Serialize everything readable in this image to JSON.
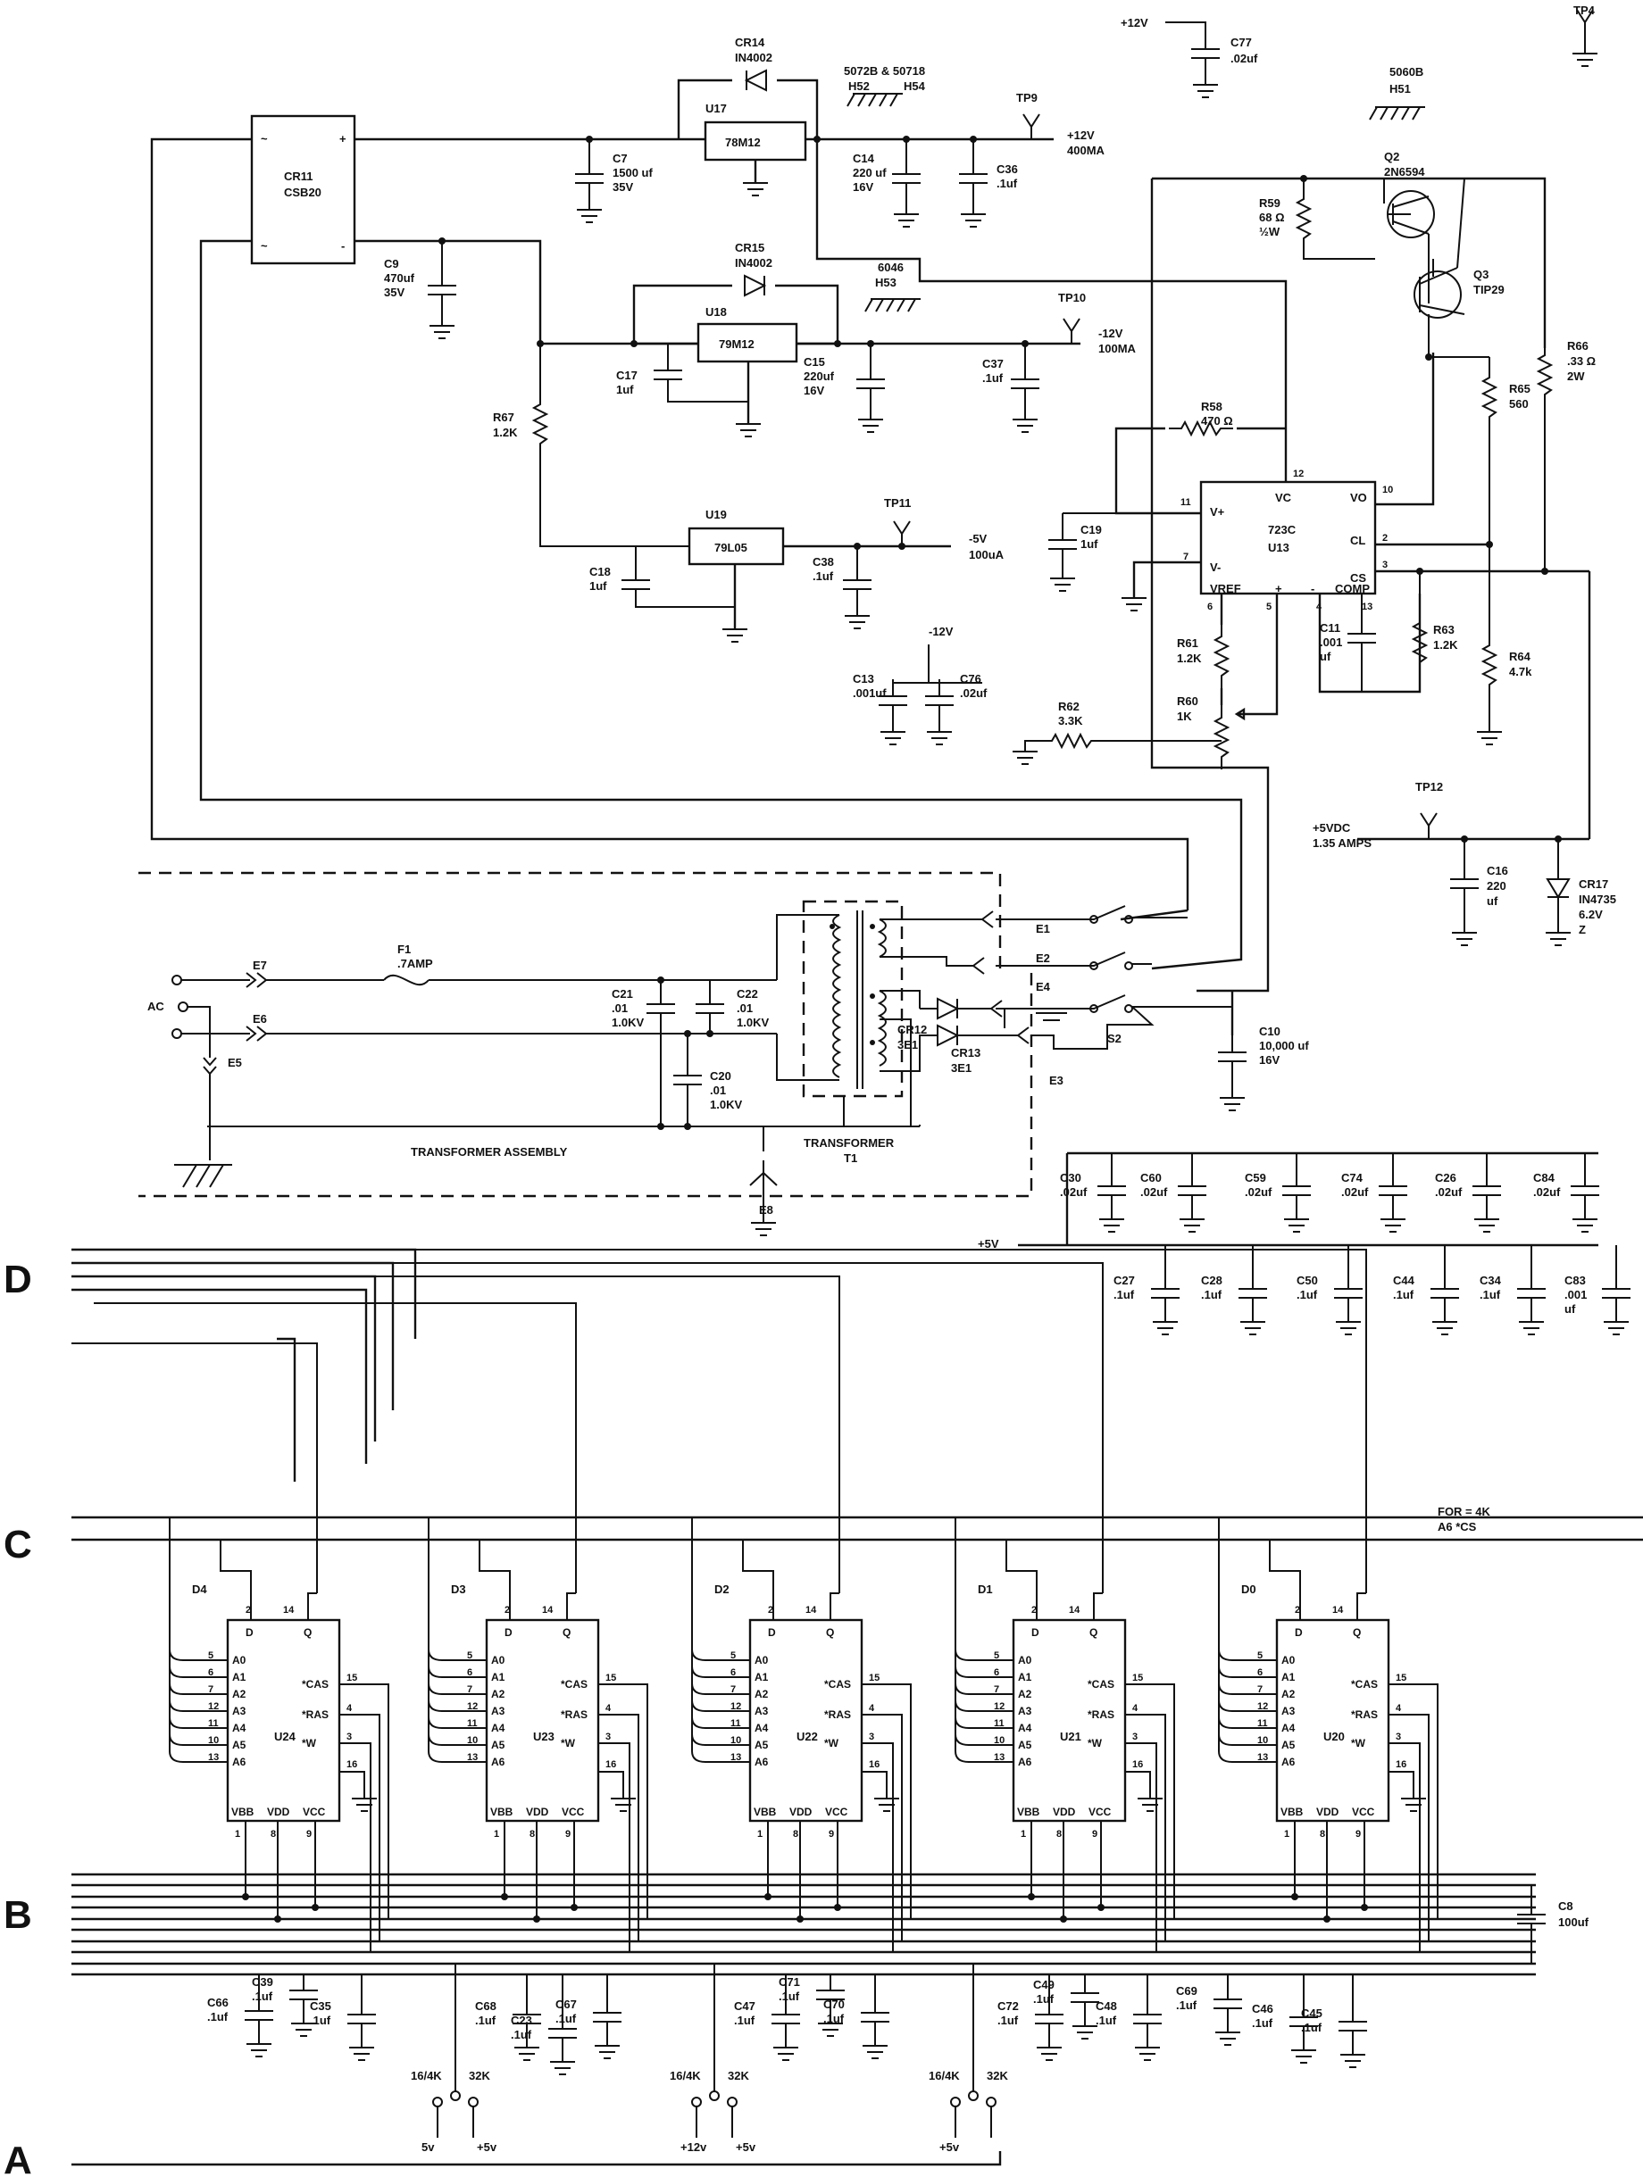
{
  "psu": {
    "bridge": {
      "ref": "CR11",
      "part": "CSB20",
      "ac1": "~",
      "ac2": "~",
      "pos": "+",
      "neg": "-"
    },
    "c7": {
      "ref": "C7",
      "value": "1500 uf",
      "voltage": "35V"
    },
    "c9": {
      "ref": "C9",
      "value": "470uf",
      "voltage": "35V"
    },
    "cr14": {
      "ref": "CR14",
      "part": "IN4002"
    },
    "cr15": {
      "ref": "CR15",
      "part": "IN4002"
    },
    "u17": {
      "ref": "U17",
      "part": "78M12"
    },
    "u18": {
      "ref": "U18",
      "part": "79M12"
    },
    "u19": {
      "ref": "U19",
      "part": "79L05"
    },
    "c14": {
      "ref": "C14",
      "value": "220 uf",
      "voltage": "16V"
    },
    "c36": {
      "ref": "C36",
      "value": ".1uf"
    },
    "c15": {
      "ref": "C15",
      "value": "220uf",
      "voltage": "16V"
    },
    "c37": {
      "ref": "C37",
      "value": ".1uf"
    },
    "c17": {
      "ref": "C17",
      "value": "1uf"
    },
    "c18": {
      "ref": "C18",
      "value": "1uf"
    },
    "c38": {
      "ref": "C38",
      "value": ".1uf"
    },
    "r67": {
      "ref": "R67",
      "value": "1.2K"
    },
    "tp9": {
      "ref": "TP9",
      "out": "+12V",
      "current": "400MA"
    },
    "tp10": {
      "ref": "TP10",
      "out": "-12V",
      "current": "100MA"
    },
    "tp11": {
      "ref": "TP11",
      "out": "-5V",
      "current": "100uA"
    },
    "hs1": {
      "line1": "5072B & 50718",
      "a": "H52",
      "b": "H54"
    },
    "hs2": {
      "line1": "6046",
      "a": "H53"
    },
    "hs3": {
      "line1": "5060B",
      "a": "H51"
    },
    "c77": {
      "ref": "C77",
      "value": ".02uf",
      "rail": "+12V"
    },
    "tp4": {
      "ref": "TP4"
    },
    "c13": {
      "ref": "C13",
      "value": ".001uf"
    },
    "c76": {
      "ref": "C76",
      "value": ".02uf"
    },
    "neg12": "-12V"
  },
  "reg5": {
    "q2": {
      "ref": "Q2",
      "part": "2N6594"
    },
    "q3": {
      "ref": "Q3",
      "part": "TIP29"
    },
    "r59": {
      "ref": "R59",
      "value": "68 Ω",
      "power": "½W"
    },
    "r66": {
      "ref": "R66",
      "value": ".33 Ω",
      "power": "2W"
    },
    "r65": {
      "ref": "R65",
      "value": "560"
    },
    "r58": {
      "ref": "R58",
      "value": "470 Ω"
    },
    "r61": {
      "ref": "R61",
      "value": "1.2K"
    },
    "r60": {
      "ref": "R60",
      "value": "1K"
    },
    "r62": {
      "ref": "R62",
      "value": "3.3K"
    },
    "r63": {
      "ref": "R63",
      "value": "1.2K"
    },
    "r64": {
      "ref": "R64",
      "value": "4.7k"
    },
    "c19": {
      "ref": "C19",
      "value": "1uf"
    },
    "c11": {
      "ref": "C11",
      "value": ".001",
      "unit": "uf"
    },
    "u13": {
      "ref": "U13",
      "part": "723C",
      "pins": {
        "vc": "VC",
        "vp": "V+",
        "vm": "V-",
        "vo": "VO",
        "cl": "CL",
        "cs": "CS",
        "comp": "COMP",
        "vref": "VREF",
        "plus": "+",
        "minus": "-"
      },
      "nums": {
        "p12": "12",
        "p11": "11",
        "p10": "10",
        "p2": "2",
        "p3": "3",
        "p7": "7",
        "p6": "6",
        "p5": "5",
        "p4": "4",
        "p13": "13"
      }
    },
    "tp12": {
      "ref": "TP12",
      "out": "+5VDC",
      "current": "1.35 AMPS"
    },
    "c16": {
      "ref": "C16",
      "value": "220",
      "unit": "uf"
    },
    "cr17": {
      "ref": "CR17",
      "part": "IN4735",
      "voltage": "6.2V",
      "mark": "Z"
    },
    "c10": {
      "ref": "C10",
      "value": "10,000 uf",
      "voltage": "16V"
    },
    "s2": "S2"
  },
  "xfmr": {
    "e7": "E7",
    "e6": "E6",
    "e5": "E5",
    "e8": "E8",
    "e1": "E1",
    "e2": "E2",
    "e3": "E3",
    "e4": "E4",
    "ac": "AC",
    "f1": {
      "ref": "F1",
      "value": ".7AMP"
    },
    "c21": {
      "ref": "C21",
      "value": ".01",
      "voltage": "1.0KV"
    },
    "c22": {
      "ref": "C22",
      "value": ".01",
      "voltage": "1.0KV"
    },
    "c20": {
      "ref": "C20",
      "value": ".01",
      "voltage": "1.0KV"
    },
    "cr12": {
      "ref": "CR12",
      "part": "3E1"
    },
    "cr13": {
      "ref": "CR13",
      "part": "3E1"
    },
    "assembly": "TRANSFORMER ASSEMBLY",
    "t1": {
      "line1": "TRANSFORMER",
      "line2": "T1"
    }
  },
  "decoupling": {
    "rail": "+5V",
    "top": [
      {
        "ref": "C30",
        "value": ".02uf"
      },
      {
        "ref": "C60",
        "value": ".02uf"
      },
      {
        "ref": "C59",
        "value": ".02uf"
      },
      {
        "ref": "C74",
        "value": ".02uf"
      },
      {
        "ref": "C26",
        "value": ".02uf"
      },
      {
        "ref": "C84",
        "value": ".02uf"
      }
    ],
    "bottom": [
      {
        "ref": "C27",
        "value": ".1uf"
      },
      {
        "ref": "C28",
        "value": ".1uf"
      },
      {
        "ref": "C50",
        "value": ".1uf"
      },
      {
        "ref": "C44",
        "value": ".1uf"
      },
      {
        "ref": "C34",
        "value": ".1uf"
      },
      {
        "ref": "C83",
        "value": ".001",
        "unit": "uf"
      }
    ]
  },
  "ram": {
    "bus_letters": {
      "a": "A",
      "b": "B",
      "c": "C",
      "d": "D"
    },
    "note": {
      "line1": "FOR = 4K",
      "line2": "A6    *CS"
    },
    "pin_names": {
      "d": "D",
      "q": "Q",
      "a0": "A0",
      "a1": "A1",
      "a2": "A2",
      "a3": "A3",
      "a4": "A4",
      "a5": "A5",
      "a6": "A6",
      "cas": "*CAS",
      "ras": "*RAS",
      "w": "*W",
      "vbb": "VBB",
      "vdd": "VDD",
      "vcc": "VCC"
    },
    "pin_nums": {
      "d": "2",
      "q": "14",
      "a0": "5",
      "a1": "6",
      "a2": "7",
      "a3": "12",
      "a4": "11",
      "a5": "10",
      "a6": "13",
      "cas": "15",
      "ras": "4",
      "w": "3",
      "nc": "16",
      "vbb": "1",
      "vdd": "8",
      "vcc": "9"
    },
    "chips": [
      {
        "ref": "U24",
        "bit": "D4"
      },
      {
        "ref": "U23",
        "bit": "D3"
      },
      {
        "ref": "U22",
        "bit": "D2"
      },
      {
        "ref": "U21",
        "bit": "D1"
      },
      {
        "ref": "U20",
        "bit": "D0"
      }
    ],
    "caps": [
      {
        "ref": "C66",
        "value": ".1uf"
      },
      {
        "ref": "C39",
        "value": ".1uf"
      },
      {
        "ref": "C35",
        "value": ".1uf"
      },
      {
        "ref": "C68",
        "value": ".1uf"
      },
      {
        "ref": "C23",
        "value": ".1uf"
      },
      {
        "ref": "C67",
        "value": ".1uf"
      },
      {
        "ref": "C47",
        "value": ".1uf"
      },
      {
        "ref": "C71",
        "value": ".1uf"
      },
      {
        "ref": "C70",
        "value": ".1uf"
      },
      {
        "ref": "C72",
        "value": ".1uf"
      },
      {
        "ref": "C49",
        "value": ".1uf"
      },
      {
        "ref": "C48",
        "value": ".1uf"
      },
      {
        "ref": "C69",
        "value": ".1uf"
      },
      {
        "ref": "C46",
        "value": ".1uf"
      },
      {
        "ref": "C45",
        "value": ".1uf"
      }
    ],
    "c8": {
      "ref": "C8",
      "value": "100uf"
    },
    "jumpers": [
      {
        "left": "16/4K",
        "right": "32K",
        "v1": "5v",
        "v2": "+5v"
      },
      {
        "left": "16/4K",
        "right": "32K",
        "v1": "+12v",
        "v2": "+5v"
      },
      {
        "left": "16/4K",
        "right": "32K",
        "v1": "+5v",
        "v2": ""
      }
    ]
  }
}
